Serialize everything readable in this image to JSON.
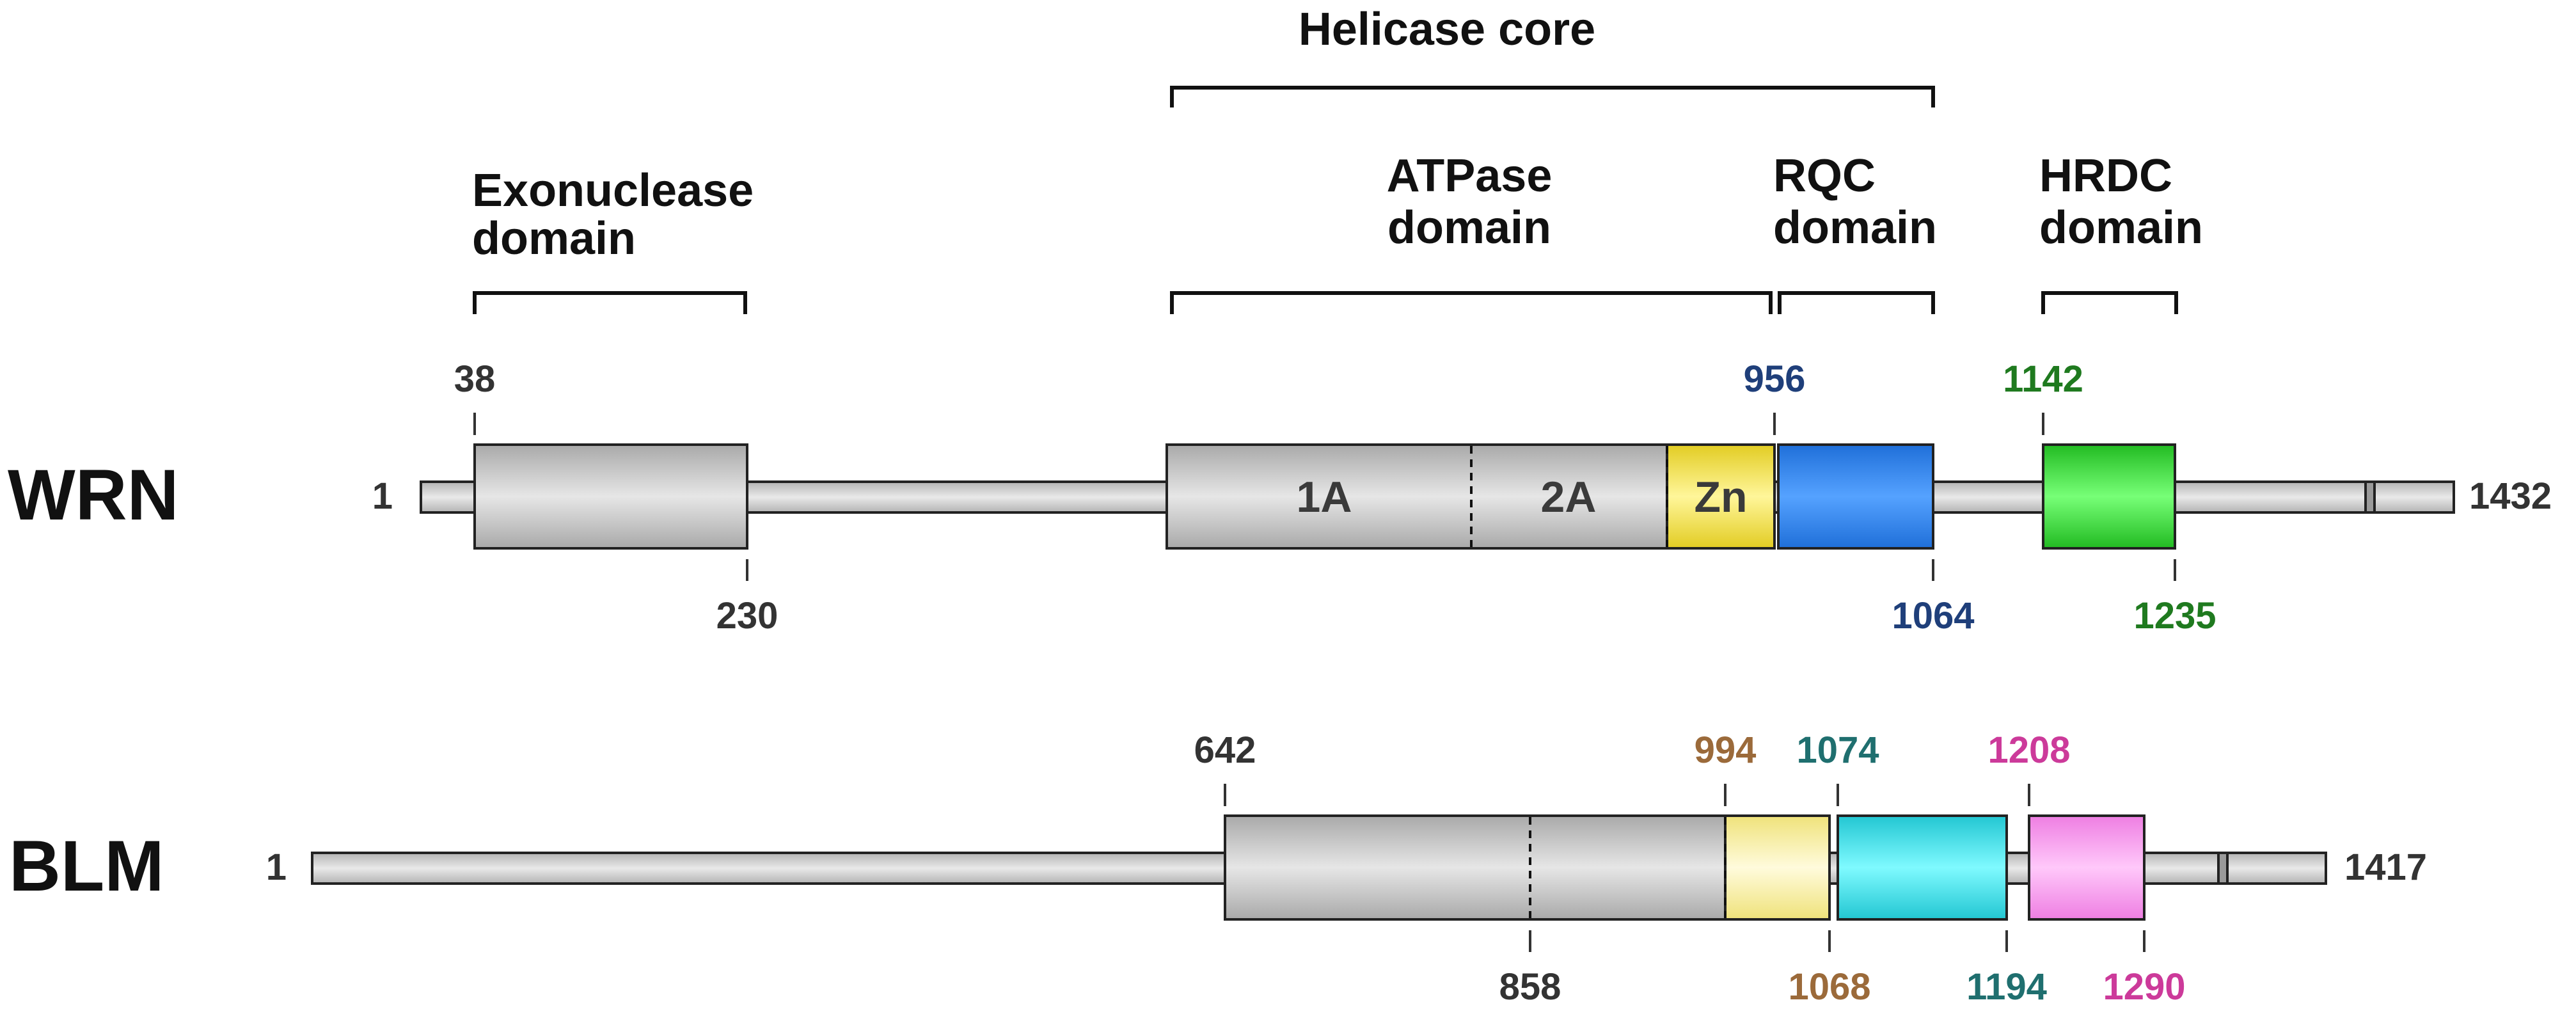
{
  "proteins": [
    {
      "name": "WRN",
      "start_label": "1",
      "end_label": "1432",
      "domains": [
        {
          "label": "",
          "color": "#bdbdbd"
        },
        {
          "label": "1A",
          "color": "#bdbdbd"
        },
        {
          "label": "2A",
          "color": "#bdbdbd"
        },
        {
          "label": "Zn",
          "color": "#f2e03c"
        },
        {
          "label": "",
          "color": "#2b7ee8"
        },
        {
          "label": "",
          "color": "#33cc33"
        }
      ],
      "positions": [
        {
          "text": "38",
          "color": "#333333"
        },
        {
          "text": "230",
          "color": "#333333"
        },
        {
          "text": "956",
          "color": "#1f3f7a"
        },
        {
          "text": "1064",
          "color": "#1f3f7a"
        },
        {
          "text": "1142",
          "color": "#1f7a1f"
        },
        {
          "text": "1235",
          "color": "#1f7a1f"
        }
      ]
    },
    {
      "name": "BLM",
      "start_label": "1",
      "end_label": "1417",
      "domains": [
        {
          "label": "",
          "color": "#bdbdbd"
        },
        {
          "label": "",
          "color": "#f5eb8c"
        },
        {
          "label": "",
          "color": "#33d6de"
        },
        {
          "label": "",
          "color": "#f48ae8"
        }
      ],
      "positions": [
        {
          "text": "642",
          "color": "#333333"
        },
        {
          "text": "858",
          "color": "#333333"
        },
        {
          "text": "994",
          "color": "#9b6a3a"
        },
        {
          "text": "1068",
          "color": "#9b6a3a"
        },
        {
          "text": "1074",
          "color": "#1f6f6f"
        },
        {
          "text": "1194",
          "color": "#1f6f6f"
        },
        {
          "text": "1208",
          "color": "#cc3a9a"
        },
        {
          "text": "1290",
          "color": "#cc3a9a"
        }
      ]
    }
  ],
  "annotations": {
    "helicase_core": "Helicase core",
    "exonuclease": [
      "Exonuclease",
      "domain"
    ],
    "atpase": [
      "ATPase",
      "domain"
    ],
    "rqc": [
      "RQC",
      "domain"
    ],
    "hrdc": [
      "HRDC",
      "domain"
    ]
  }
}
